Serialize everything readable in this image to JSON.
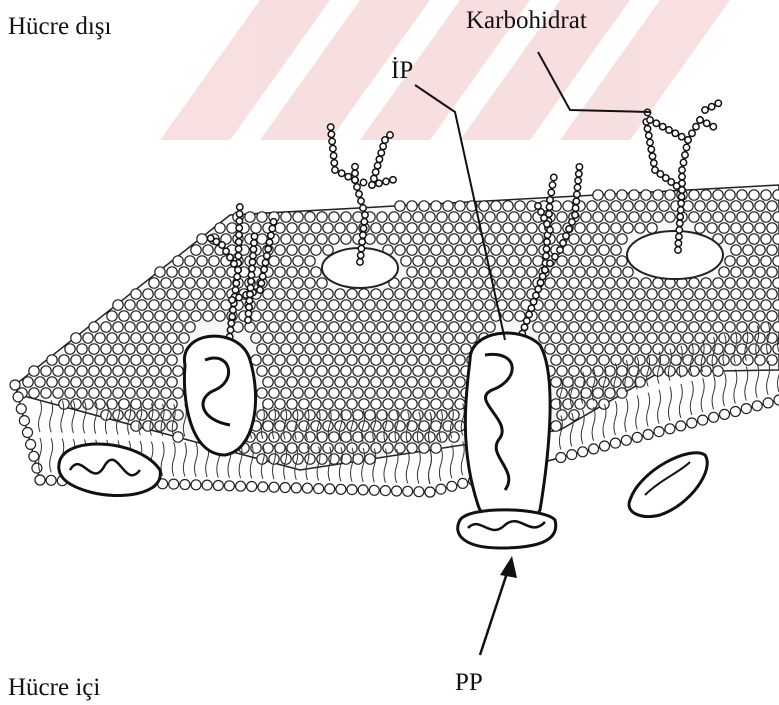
{
  "labels": {
    "extracellular": "Hücre dışı",
    "carbohydrate": "Karbohidrat",
    "integral_protein": "İP",
    "intracellular": "Hücre içi",
    "peripheral_protein": "PP"
  },
  "colors": {
    "ink": "#111111",
    "watermark": "#f2c6c6",
    "background": "#ffffff"
  }
}
